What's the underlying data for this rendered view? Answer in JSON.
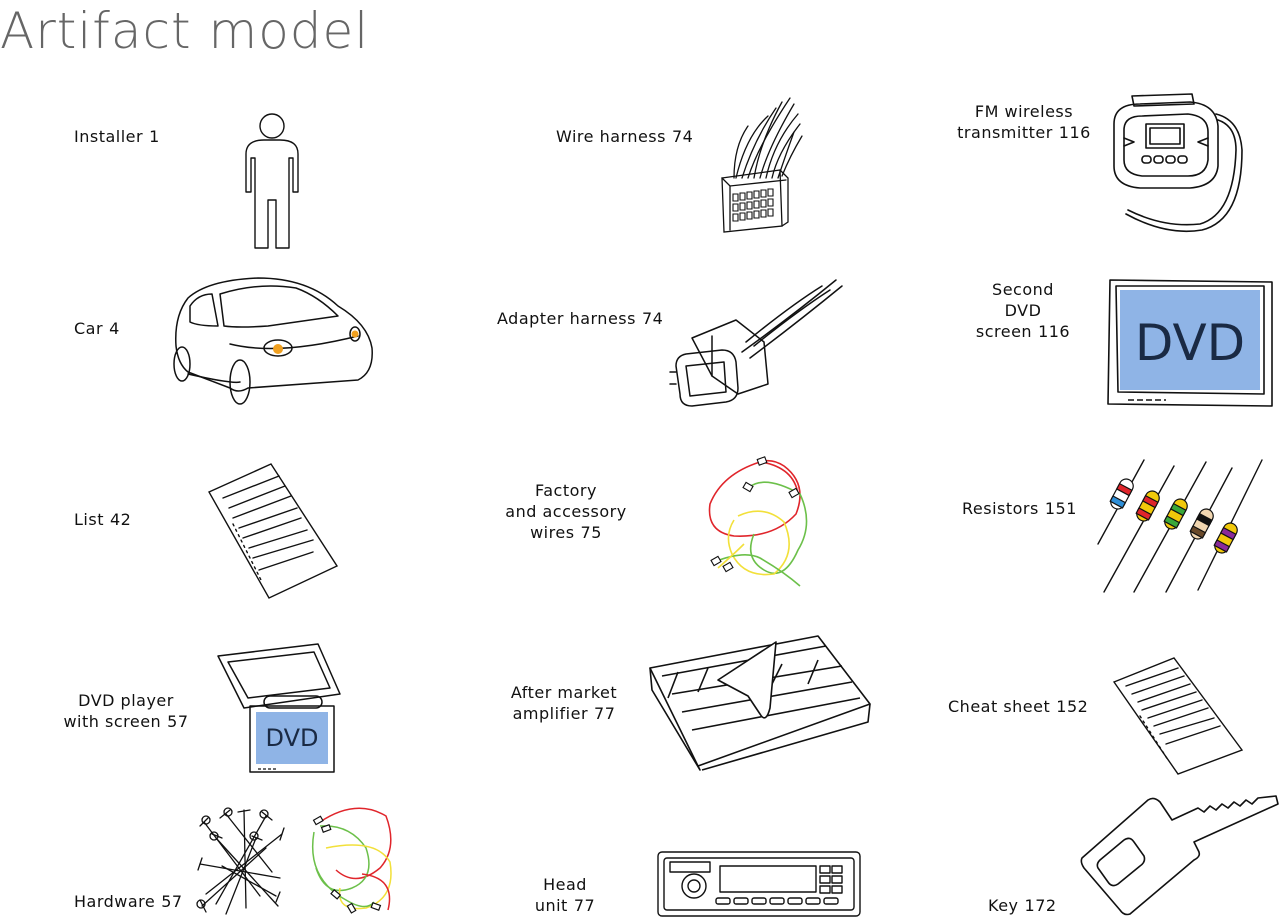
{
  "title": "Artifact model",
  "items": [
    {
      "name": "Installer",
      "number": "1"
    },
    {
      "name": "Car",
      "number": "4"
    },
    {
      "name": "List",
      "number": "42"
    },
    {
      "name_line1": "DVD player",
      "name_line2": "with screen",
      "number": "57"
    },
    {
      "name": "Hardware",
      "number": "57"
    },
    {
      "name": "Wire harness",
      "number": "74"
    },
    {
      "name": "Adapter harness",
      "number": "74"
    },
    {
      "name_line1": "Factory",
      "name_line2": "and accessory",
      "name_line3": "wires",
      "number": "75"
    },
    {
      "name_line1": "After market",
      "name_line2": "amplifier",
      "number": "77"
    },
    {
      "name_line1": "Head",
      "name_line2": "unit",
      "number": "77"
    },
    {
      "name_line1": "FM wireless",
      "name_line2": "transmitter",
      "number": "116"
    },
    {
      "name_line1": "Second",
      "name_line2": "DVD",
      "name_line3": "screen",
      "number": "116"
    },
    {
      "name": "Resistors",
      "number": "151"
    },
    {
      "name": "Cheat sheet",
      "number": "152"
    },
    {
      "name": "Key",
      "number": "172"
    }
  ],
  "screen_text": {
    "dvd_small": "DVD",
    "dvd_large": "DVD"
  },
  "colors": {
    "dvd_screen": "#8fb4e6",
    "headlight": "#f0a020",
    "wire_red": "#e0252b",
    "wire_yellow": "#f2e03a",
    "wire_green": "#6cc04a"
  }
}
